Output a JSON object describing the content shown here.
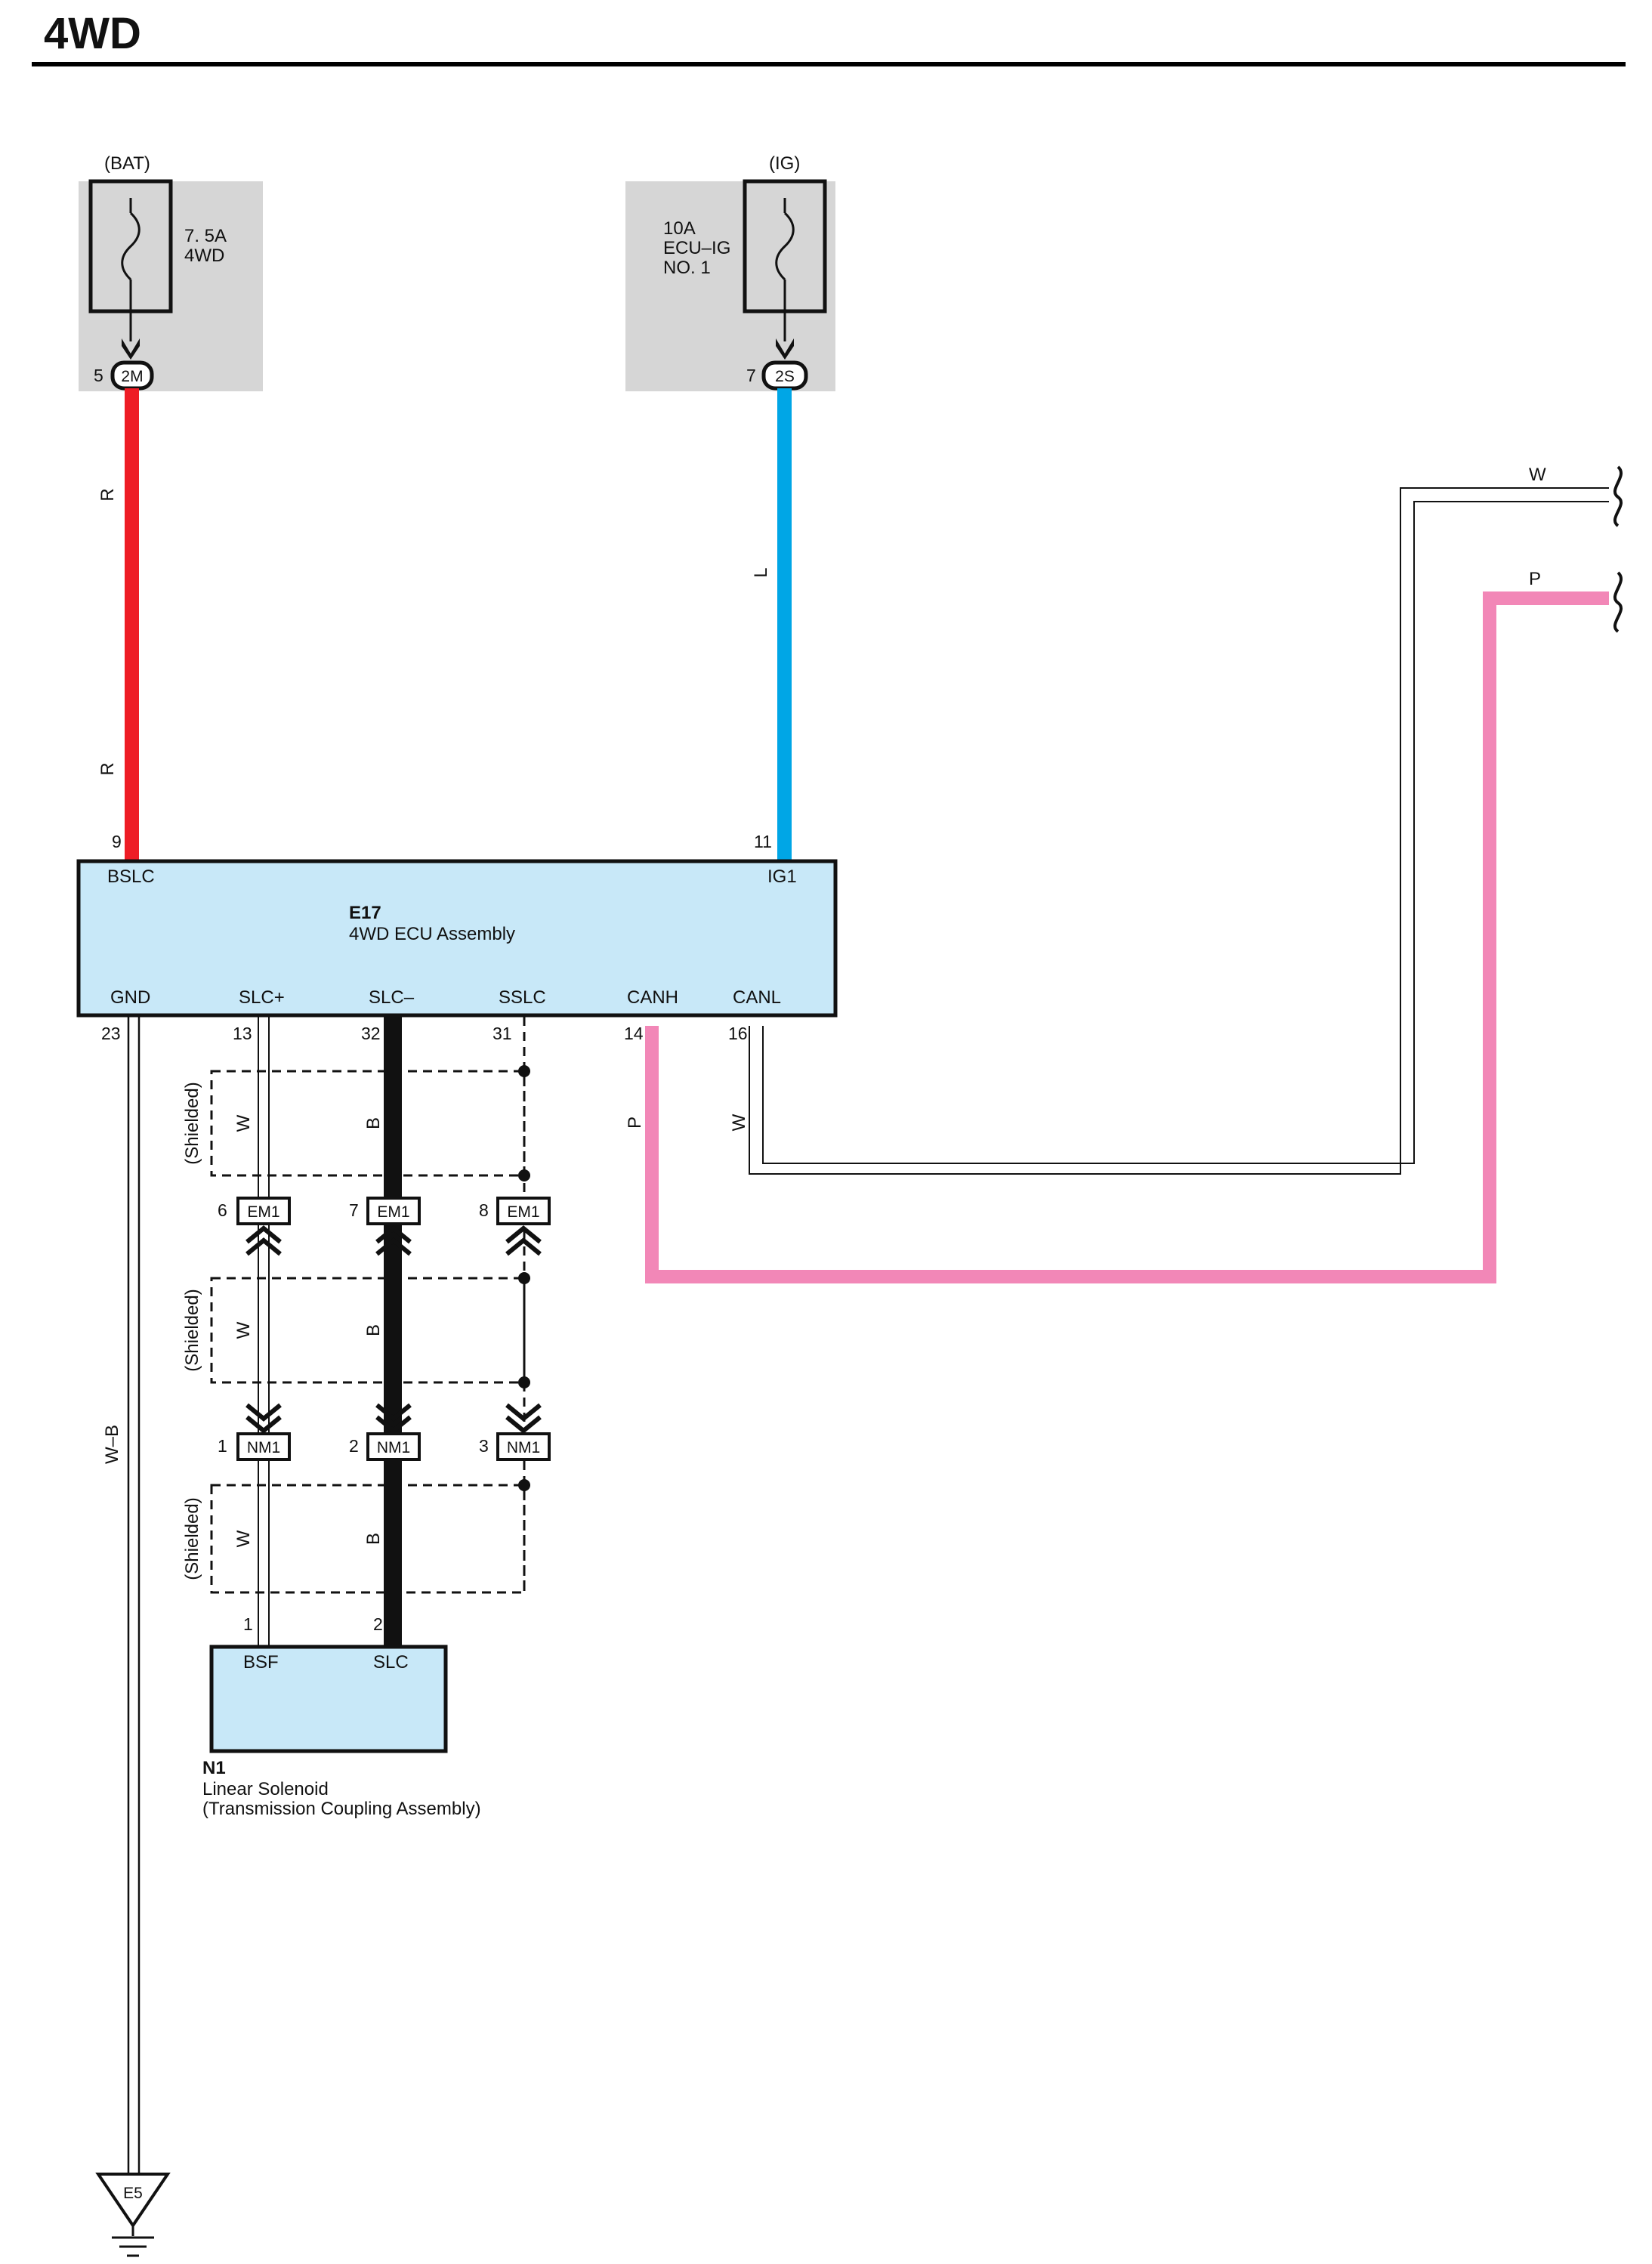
{
  "title": "4WD",
  "colors": {
    "wire_red": "#ee1c25",
    "wire_blue": "#00a6e6",
    "wire_pink": "#f287b7",
    "ecu_fill": "#c8e8f8",
    "fuse_panel": "#d6d6d6",
    "shield_line": "#111111"
  },
  "fuses": [
    {
      "supply": "(BAT)",
      "rating": "7. 5A",
      "name_lines": [
        "4WD"
      ],
      "connector": "2M",
      "pin": "5"
    },
    {
      "supply": "(IG)",
      "rating": "10A",
      "name_lines": [
        "ECU–IG",
        "NO. 1"
      ],
      "connector": "2S",
      "pin": "7"
    }
  ],
  "wires": {
    "bat_color_upper": "R",
    "bat_color_lower": "R",
    "ig_color": "L",
    "can_w": "W",
    "can_p": "P",
    "ground": "W–B"
  },
  "ecu": {
    "code": "E17",
    "name": "4WD ECU Assembly",
    "top_pins": [
      {
        "pin": "9",
        "label": "BSLC"
      },
      {
        "pin": "11",
        "label": "IG1"
      }
    ],
    "bottom_pins": [
      {
        "pin": "23",
        "label": "GND"
      },
      {
        "pin": "13",
        "label": "SLC+"
      },
      {
        "pin": "32",
        "label": "SLC–"
      },
      {
        "pin": "31",
        "label": "SSLC"
      },
      {
        "pin": "14",
        "label": "CANH"
      },
      {
        "pin": "16",
        "label": "CANL"
      }
    ]
  },
  "shield_label": "(Shielded)",
  "shield_wire_colors": [
    "W",
    "B"
  ],
  "can_wire_colors": [
    "P",
    "W"
  ],
  "connectors": {
    "em1": {
      "code": "EM1",
      "pins": [
        "6",
        "7",
        "8"
      ]
    },
    "nm1": {
      "code": "NM1",
      "pins": [
        "1",
        "2",
        "3"
      ]
    }
  },
  "solenoid": {
    "code": "N1",
    "name": "Linear Solenoid",
    "subname": "(Transmission Coupling Assembly)",
    "pins": [
      {
        "pin": "1",
        "label": "BSF"
      },
      {
        "pin": "2",
        "label": "SLC"
      }
    ]
  },
  "ground": {
    "code": "E5"
  }
}
